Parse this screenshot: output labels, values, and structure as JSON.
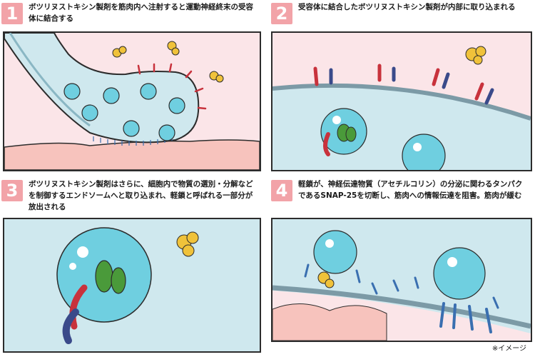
{
  "steps": [
    {
      "number": "1",
      "caption": "ボツリヌストキシン製剤を筋肉内へ注射すると運動神経終末の受容体に結合する"
    },
    {
      "number": "2",
      "caption": "受容体に結合したボツリヌストキシン製剤が内部に取り込まれる"
    },
    {
      "number": "3",
      "caption": "ボツリヌストキシン製剤はさらに、細胞内で物質の選別・分解などを制御するエンドソームへと取り込まれ、軽鎖と呼ばれる一部分が放出される"
    },
    {
      "number": "4",
      "caption": "軽鎖が、神経伝達物質（アセチルコリン）の分泌に関わるタンパクであるSNAP-25を切断し、筋肉への情報伝達を阻害。筋肉が緩む"
    }
  ],
  "note": "※イメージ",
  "colors": {
    "accent": "#f2a3a8",
    "nerve": "#cfe8ee",
    "vesicle": "#6fcfe0",
    "muscle": "#f7c3bd",
    "toxin": "#f0c23a",
    "light_chain": "#4a9a3a",
    "receptor_red": "#c8323c",
    "receptor_blue": "#3a4a8a"
  }
}
